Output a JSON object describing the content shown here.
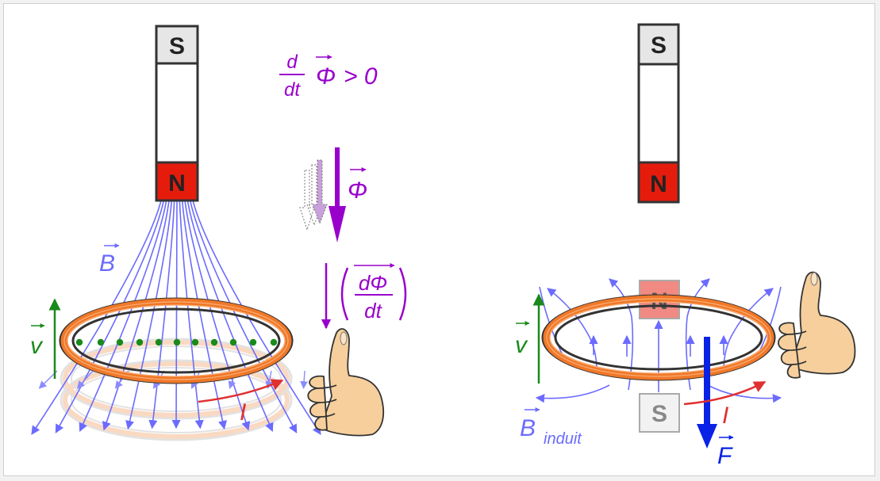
{
  "colors": {
    "field_lines": "#6b6bff",
    "coil": "#f07828",
    "coil_dark": "#333333",
    "flux": "#9900cc",
    "velocity": "#1a8a1a",
    "current": "#e03030",
    "force": "#0a22e6",
    "north_pole": "#e51c0c",
    "south_pole": "#e6e6e6",
    "skin": "#f6cf9c"
  },
  "icons": [
    "bar-magnet-icon",
    "induction-coil-icon",
    "thumb-up-hand-icon",
    "arrow-icon"
  ],
  "left_panel": {
    "magnet": {
      "south_label": "S",
      "north_label": "N"
    },
    "formula": {
      "numerator": "d",
      "denominator": "dt",
      "symbol": "Φ",
      "relation": "> 0"
    },
    "flux_label": "Φ",
    "dflux": {
      "numerator": "dΦ",
      "denominator": "dt"
    },
    "b_label": "B",
    "v_label": "v",
    "i_label": "I"
  },
  "right_panel": {
    "magnet": {
      "south_label": "S",
      "north_label": "N"
    },
    "induced_magnet": {
      "north_label": "N",
      "south_label": "S"
    },
    "b_label": "B",
    "b_subscript": "induit",
    "v_label": "v",
    "i_label": "I",
    "f_label": "F"
  }
}
